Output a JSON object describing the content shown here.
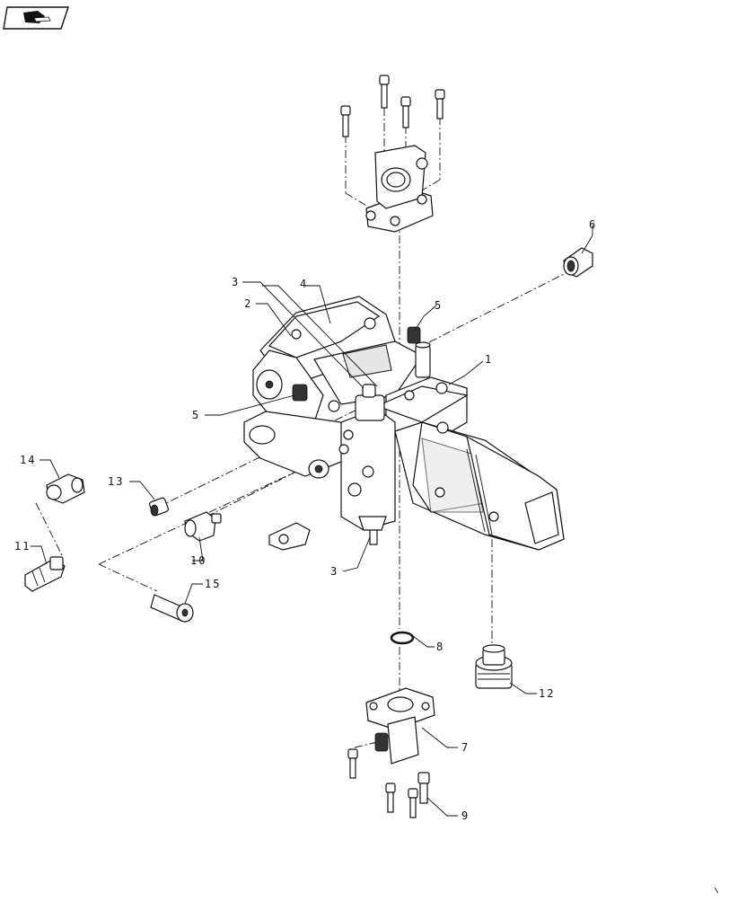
{
  "header": {
    "icon": "book-hand-icon"
  },
  "callouts": [
    {
      "id": "c1",
      "text": "1"
    },
    {
      "id": "c2",
      "text": "2"
    },
    {
      "id": "c3a",
      "text": "3"
    },
    {
      "id": "c3b",
      "text": "3"
    },
    {
      "id": "c4",
      "text": "4"
    },
    {
      "id": "c5a",
      "text": "5"
    },
    {
      "id": "c5b",
      "text": "5"
    },
    {
      "id": "c6",
      "text": "6"
    },
    {
      "id": "c7",
      "text": "7"
    },
    {
      "id": "c8",
      "text": "8"
    },
    {
      "id": "c9",
      "text": "9"
    },
    {
      "id": "c10",
      "text": "10"
    },
    {
      "id": "c11",
      "text": "11"
    },
    {
      "id": "c12",
      "text": "12"
    },
    {
      "id": "c13",
      "text": "13"
    },
    {
      "id": "c14",
      "text": "14"
    },
    {
      "id": "c15",
      "text": "15"
    }
  ],
  "parts": [
    "flange-top",
    "bolt",
    "pump-main-body",
    "gear-pump",
    "valve-block",
    "fitting-6",
    "fitting-12",
    "elbow-flange-7",
    "o-ring-8",
    "fitting-10",
    "fitting-11",
    "fitting-13",
    "elbow-14",
    "bolt-15"
  ]
}
